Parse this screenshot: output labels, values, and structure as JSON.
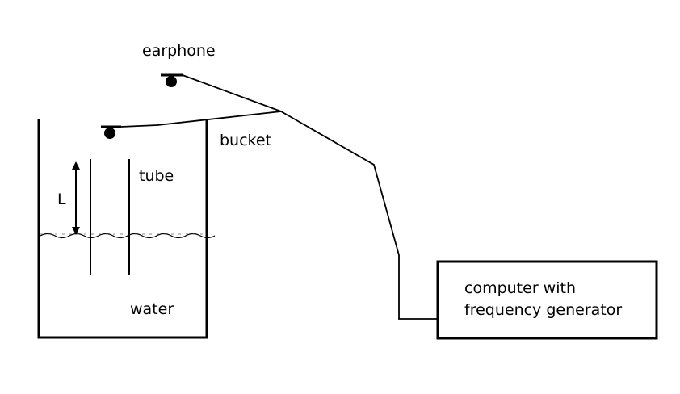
{
  "diagram": {
    "labels": {
      "earphone": "earphone",
      "bucket": "bucket",
      "tube": "tube",
      "length": "L",
      "water": "water",
      "computer_line1": "computer with",
      "computer_line2": "frequency generator"
    },
    "colors": {
      "stroke": "#000000",
      "background": "#ffffff"
    }
  }
}
